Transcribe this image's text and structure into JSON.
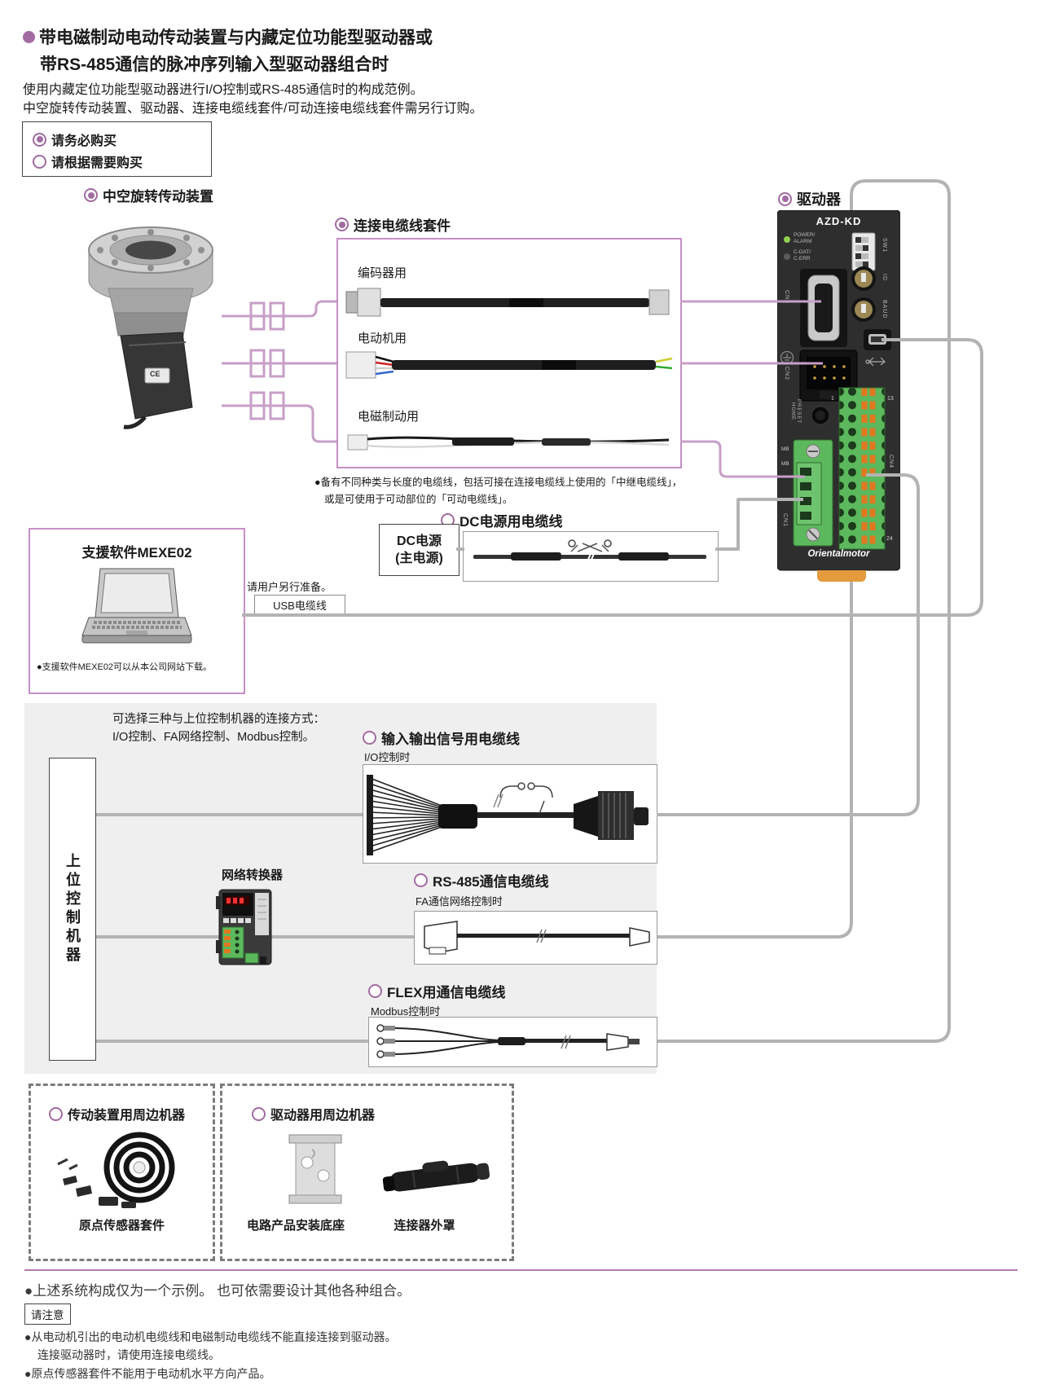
{
  "header": {
    "title_line1": "带电磁制动电动传动装置与内藏定位功能型驱动器或",
    "title_line2": "带RS-485通信的脉冲序列输入型驱动器组合时",
    "desc_line1": "使用内藏定位功能型驱动器进行I/O控制或RS-485通信时的构成范例。",
    "desc_line2": "中空旋转传动装置、驱动器、连接电缆线套件/可动连接电缆线套件需另行订购。"
  },
  "legend": {
    "required_label": "请务必购买",
    "optional_label": "请根据需要购买"
  },
  "actuator": {
    "label": "中空旋转传动装置",
    "badge": "CE"
  },
  "cable_kit": {
    "label": "连接电缆线套件",
    "items": [
      "编码器用",
      "电动机用",
      "电磁制动用"
    ],
    "note_line1": "●备有不同种类与长度的电缆线，包括可接在连接电缆线上使用的「中继电缆线」，",
    "note_line2": "或是可使用于可动部位的「可动电缆线」。"
  },
  "driver": {
    "label": "驱动器",
    "model": "AZD-KD",
    "brand": "Orientalmotor",
    "led1a": "POWER/",
    "led1b": "ALARM",
    "led2a": "C-DAT/",
    "led2b": "C-ERR",
    "sw1": "SW1",
    "id": "ID",
    "baud": "BAUD",
    "cn3": "CN3",
    "cn2": "CN2",
    "cn1": "CN1",
    "cn4": "CN4",
    "home1": "HOME",
    "home2": "PRESET",
    "mb1": "MB",
    "mb2": "MB",
    "pin1": "1",
    "pin13": "13",
    "pin24": "24"
  },
  "dc": {
    "cable_label": "DC电源用电缆线",
    "box_line1": "DC电源",
    "box_line2": "(主电源)"
  },
  "software": {
    "title": "支援软件MEXE02",
    "note": "●支援软件MEXE02可以从本公司网站下载。"
  },
  "usb": {
    "prepare_note": "请用户另行准备。",
    "cable_label": "USB电缆线"
  },
  "host_section": {
    "intro_line1": "可选择三种与上位控制机器的连接方式：",
    "intro_line2": "I/O控制、FA网络控制、Modbus控制。",
    "host_label": "上位控制机器",
    "converter_label": "网络转换器",
    "io_cable_label": "输入输出信号用电缆线",
    "io_cable_sub": "I/O控制时",
    "rs485_cable_label": "RS-485通信电缆线",
    "rs485_cable_sub": "FA通信网络控制时",
    "flex_cable_label": "FLEX用通信电缆线",
    "flex_cable_sub": "Modbus控制时"
  },
  "peripherals": {
    "actuator_box_label": "传动装置用周边机器",
    "actuator_item": "原点传感器套件",
    "driver_box_label": "驱动器用周边机器",
    "driver_item1": "电路产品安装底座",
    "driver_item2": "连接器外罩"
  },
  "footer": {
    "note1": "●上述系统构成仅为一个示例。 也可依需要设计其他各种组合。",
    "caution_label": "请注意",
    "caution1a": "●从电动机引出的电动机电缆线和电磁制动电缆线不能直接连接到驱动器。",
    "caution1b": "连接驱动器时，请使用连接电缆线。",
    "caution2": "●原点传感器套件不能用于电动机水平方向产品。"
  },
  "colors": {
    "accent_purple": "#a26ba2",
    "purple_line": "#c79fc7",
    "gray_line": "#b3b3b3",
    "section_bg": "#efefef",
    "green_terminal": "#5cb85c",
    "orange_clip": "#e07820"
  }
}
